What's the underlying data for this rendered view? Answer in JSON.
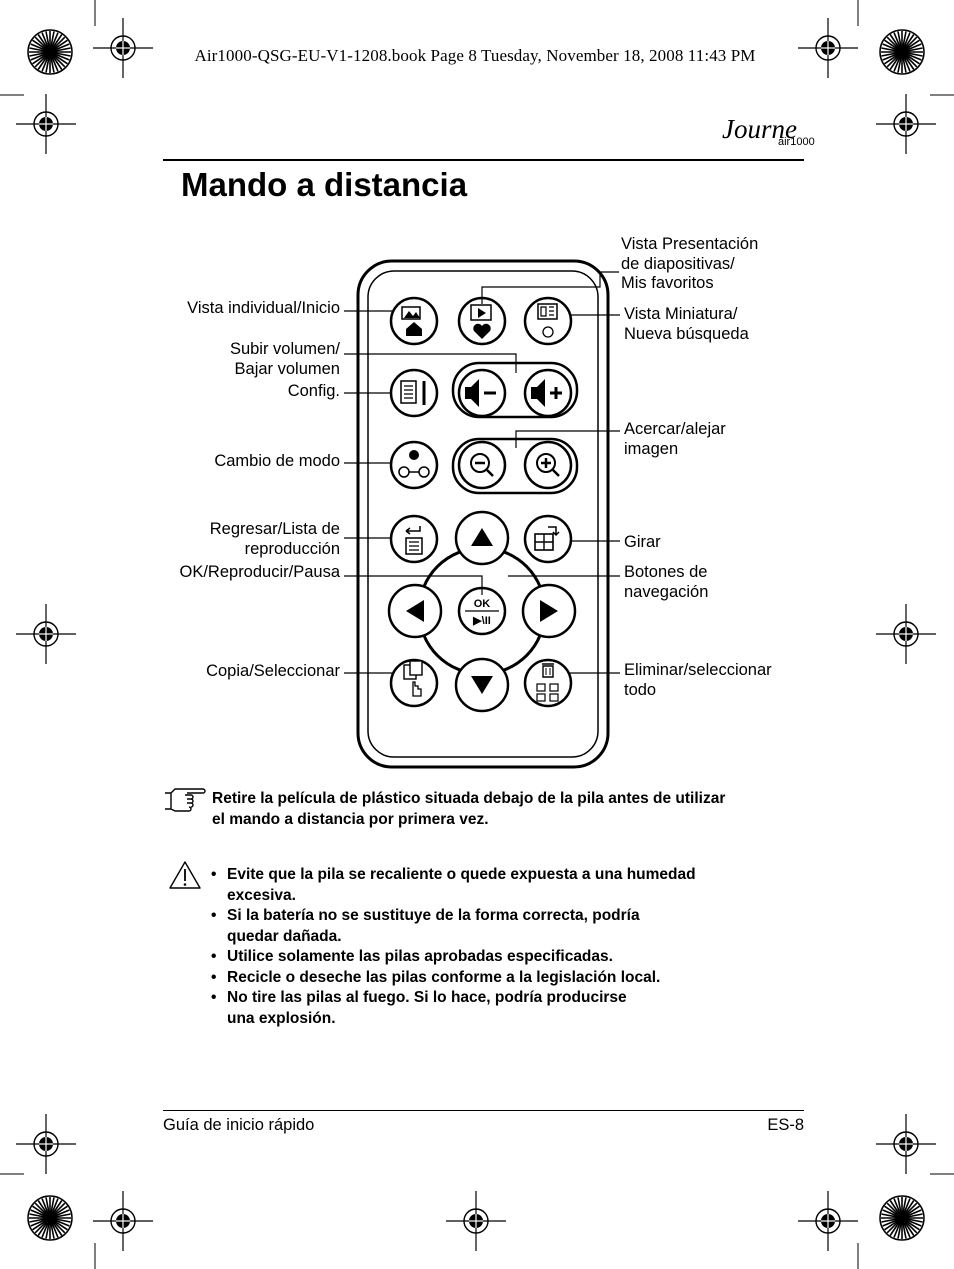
{
  "print_header": "Air1000-QSG-EU-V1-1208.book  Page 8  Tuesday, November 18, 2008  11:43 PM",
  "logo": {
    "main": "Journe",
    "sub": "air1000"
  },
  "title": "Mando a distancia",
  "remote": {
    "labels_left": {
      "home": "Vista individual/Inicio",
      "volume": "Subir volumen/\nBajar volumen",
      "config": "Config.",
      "mode": "Cambio de modo",
      "back": "Regresar/Lista de\nreproducción",
      "ok": "OK/Reproducir/Pausa",
      "copy": "Copia/Seleccionar"
    },
    "labels_right": {
      "slideshow": "Vista Presentación\n de diapositivas/\n Mis favoritos",
      "thumbnail": "Vista Miniatura/\nNueva búsqueda",
      "zoom": "Acercar/alejar\nimagen",
      "rotate": "Girar",
      "navigation": "Botones de\nnavegación",
      "delete": "Eliminar/seleccionar\ntodo"
    },
    "ok_button": {
      "top": "OK",
      "bottom": "▶\\II"
    }
  },
  "note_text": "Retire la película de plástico situada debajo de la pila antes de utilizar\nel mando a distancia por primera vez.",
  "warnings": [
    "Evite que la pila se recaliente o quede expuesta a una humedad\nexcesiva.",
    "Si la batería no se sustituye de la forma correcta, podría\nquedar dañada.",
    "Utilice solamente las pilas aprobadas especificadas.",
    "Recicle o deseche las pilas conforme a la legislación local.",
    "No tire las pilas al fuego. Si lo hace, podría producirse\nuna explosión."
  ],
  "footer": {
    "left": "Guía de inicio rápido",
    "right": "ES-8"
  }
}
